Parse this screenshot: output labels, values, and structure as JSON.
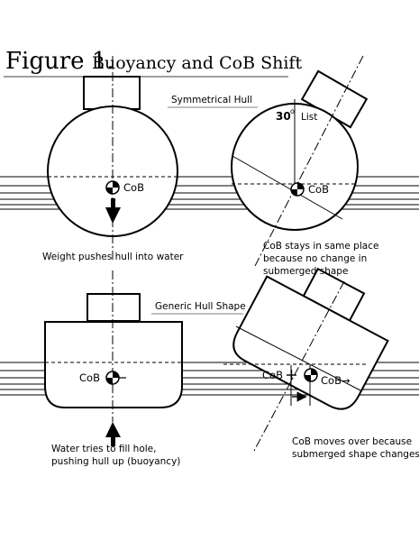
{
  "figure": {
    "title_number": "Figure 1.",
    "title_text": "Buoyancy and CoB Shift"
  },
  "panels": {
    "symmetrical_label": "Symmetrical Hull",
    "generic_label": "Generic Hull Shape"
  },
  "annotations": {
    "list_value": "30",
    "list_degree": "o",
    "list_word": "List",
    "cob": "CoB",
    "cob_arrow": "CoB→",
    "weight_note": "Weight pushes hull into water",
    "cob_stays": [
      "CoB stays in same place",
      "because no change in",
      "submerged shape"
    ],
    "water_note": [
      "Water tries to fill hole,",
      "pushing hull up (buoyancy)"
    ],
    "cob_moves": [
      "CoB moves over because",
      "submerged shape changes"
    ]
  }
}
